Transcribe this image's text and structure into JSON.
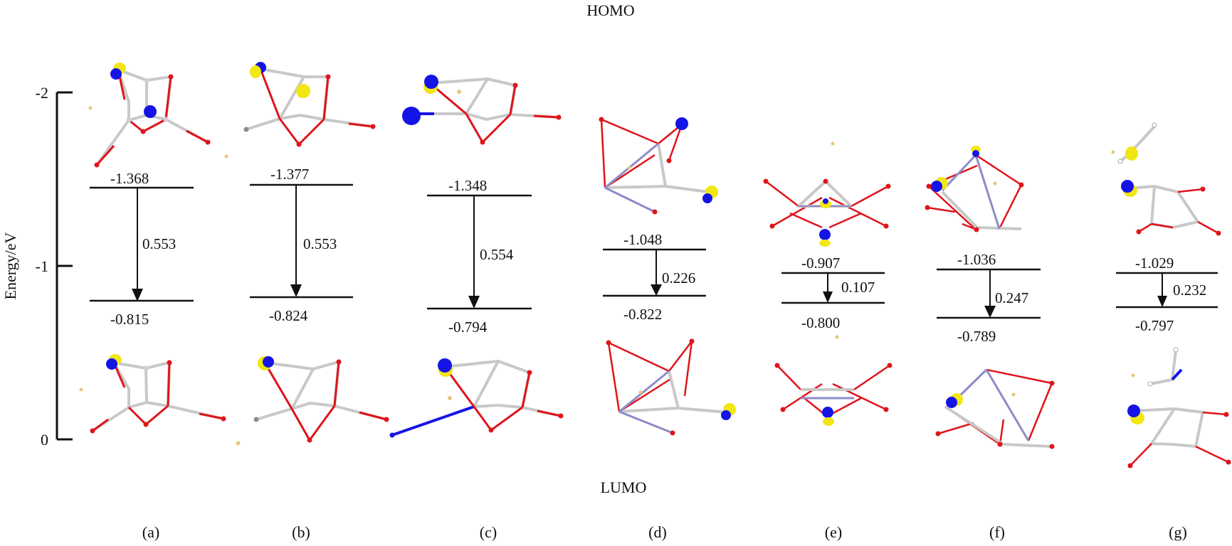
{
  "title_top": "HOMO",
  "title_bottom": "LUMO",
  "axis": {
    "label": "Energy/eV",
    "ticks": [
      "-2",
      "-1",
      "0"
    ]
  },
  "panels": [
    {
      "id": "a",
      "label": "(a)",
      "homo": "-1.368",
      "lumo": "-0.815",
      "gap": "0.553"
    },
    {
      "id": "b",
      "label": "(b)",
      "homo": "-1.377",
      "lumo": "-0.824",
      "gap": "0.553"
    },
    {
      "id": "c",
      "label": "(c)",
      "homo": "-1.348",
      "lumo": "-0.794",
      "gap": "0.554"
    },
    {
      "id": "d",
      "label": "(d)",
      "homo": "-1.048",
      "lumo": "-0.822",
      "gap": "0.226"
    },
    {
      "id": "e",
      "label": "(e)",
      "homo": "-0.907",
      "lumo": "-0.800",
      "gap": "0.107"
    },
    {
      "id": "f",
      "label": "(f)",
      "homo": "-1.036",
      "lumo": "-0.789",
      "gap": "0.247"
    },
    {
      "id": "g",
      "label": "(g)",
      "homo": "-1.029",
      "lumo": "-0.797",
      "gap": "0.232"
    }
  ],
  "colors": {
    "oxygen": "#e0141a",
    "carbon": "#c8c8c8",
    "nitrogen": "#8c8cc8",
    "orbital_positive": "#f2e614",
    "orbital_negative": "#1414e6",
    "metal_atom": "#e6c87a"
  }
}
